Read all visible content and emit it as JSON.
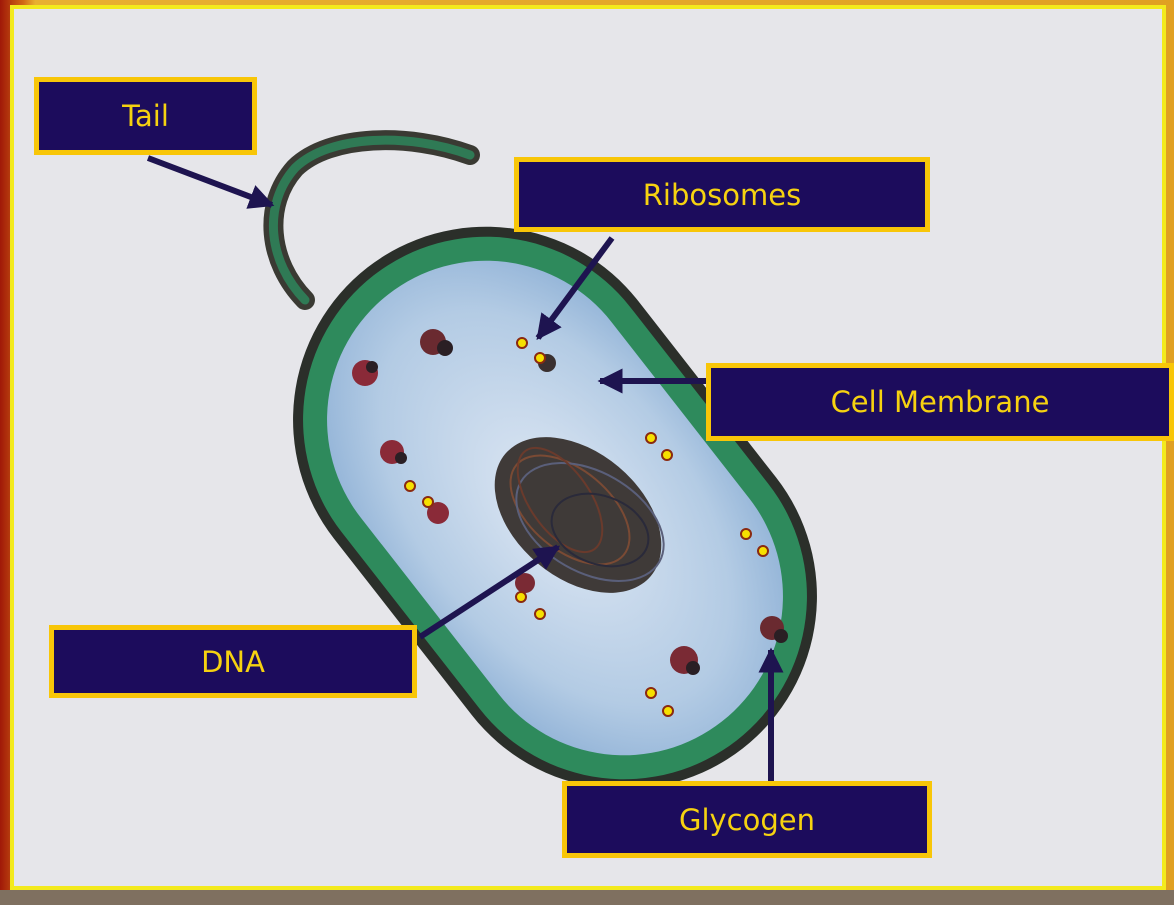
{
  "diagram": {
    "labels": {
      "tail": "Tail",
      "ribosomes": "Ribosomes",
      "cell_membrane": "Cell Membrane",
      "dna": "DNA",
      "glycogen": "Glycogen"
    },
    "colors": {
      "label_fill": "#1c0c5c",
      "label_border": "#f8c608",
      "label_text": "#f6d210",
      "arrow": "#1e1450",
      "cell_wall": "#2e8a5c",
      "cytoplasm": "#b8cfe6",
      "frame_border": "#f3ea1d",
      "background": "#e6e6ea"
    }
  }
}
